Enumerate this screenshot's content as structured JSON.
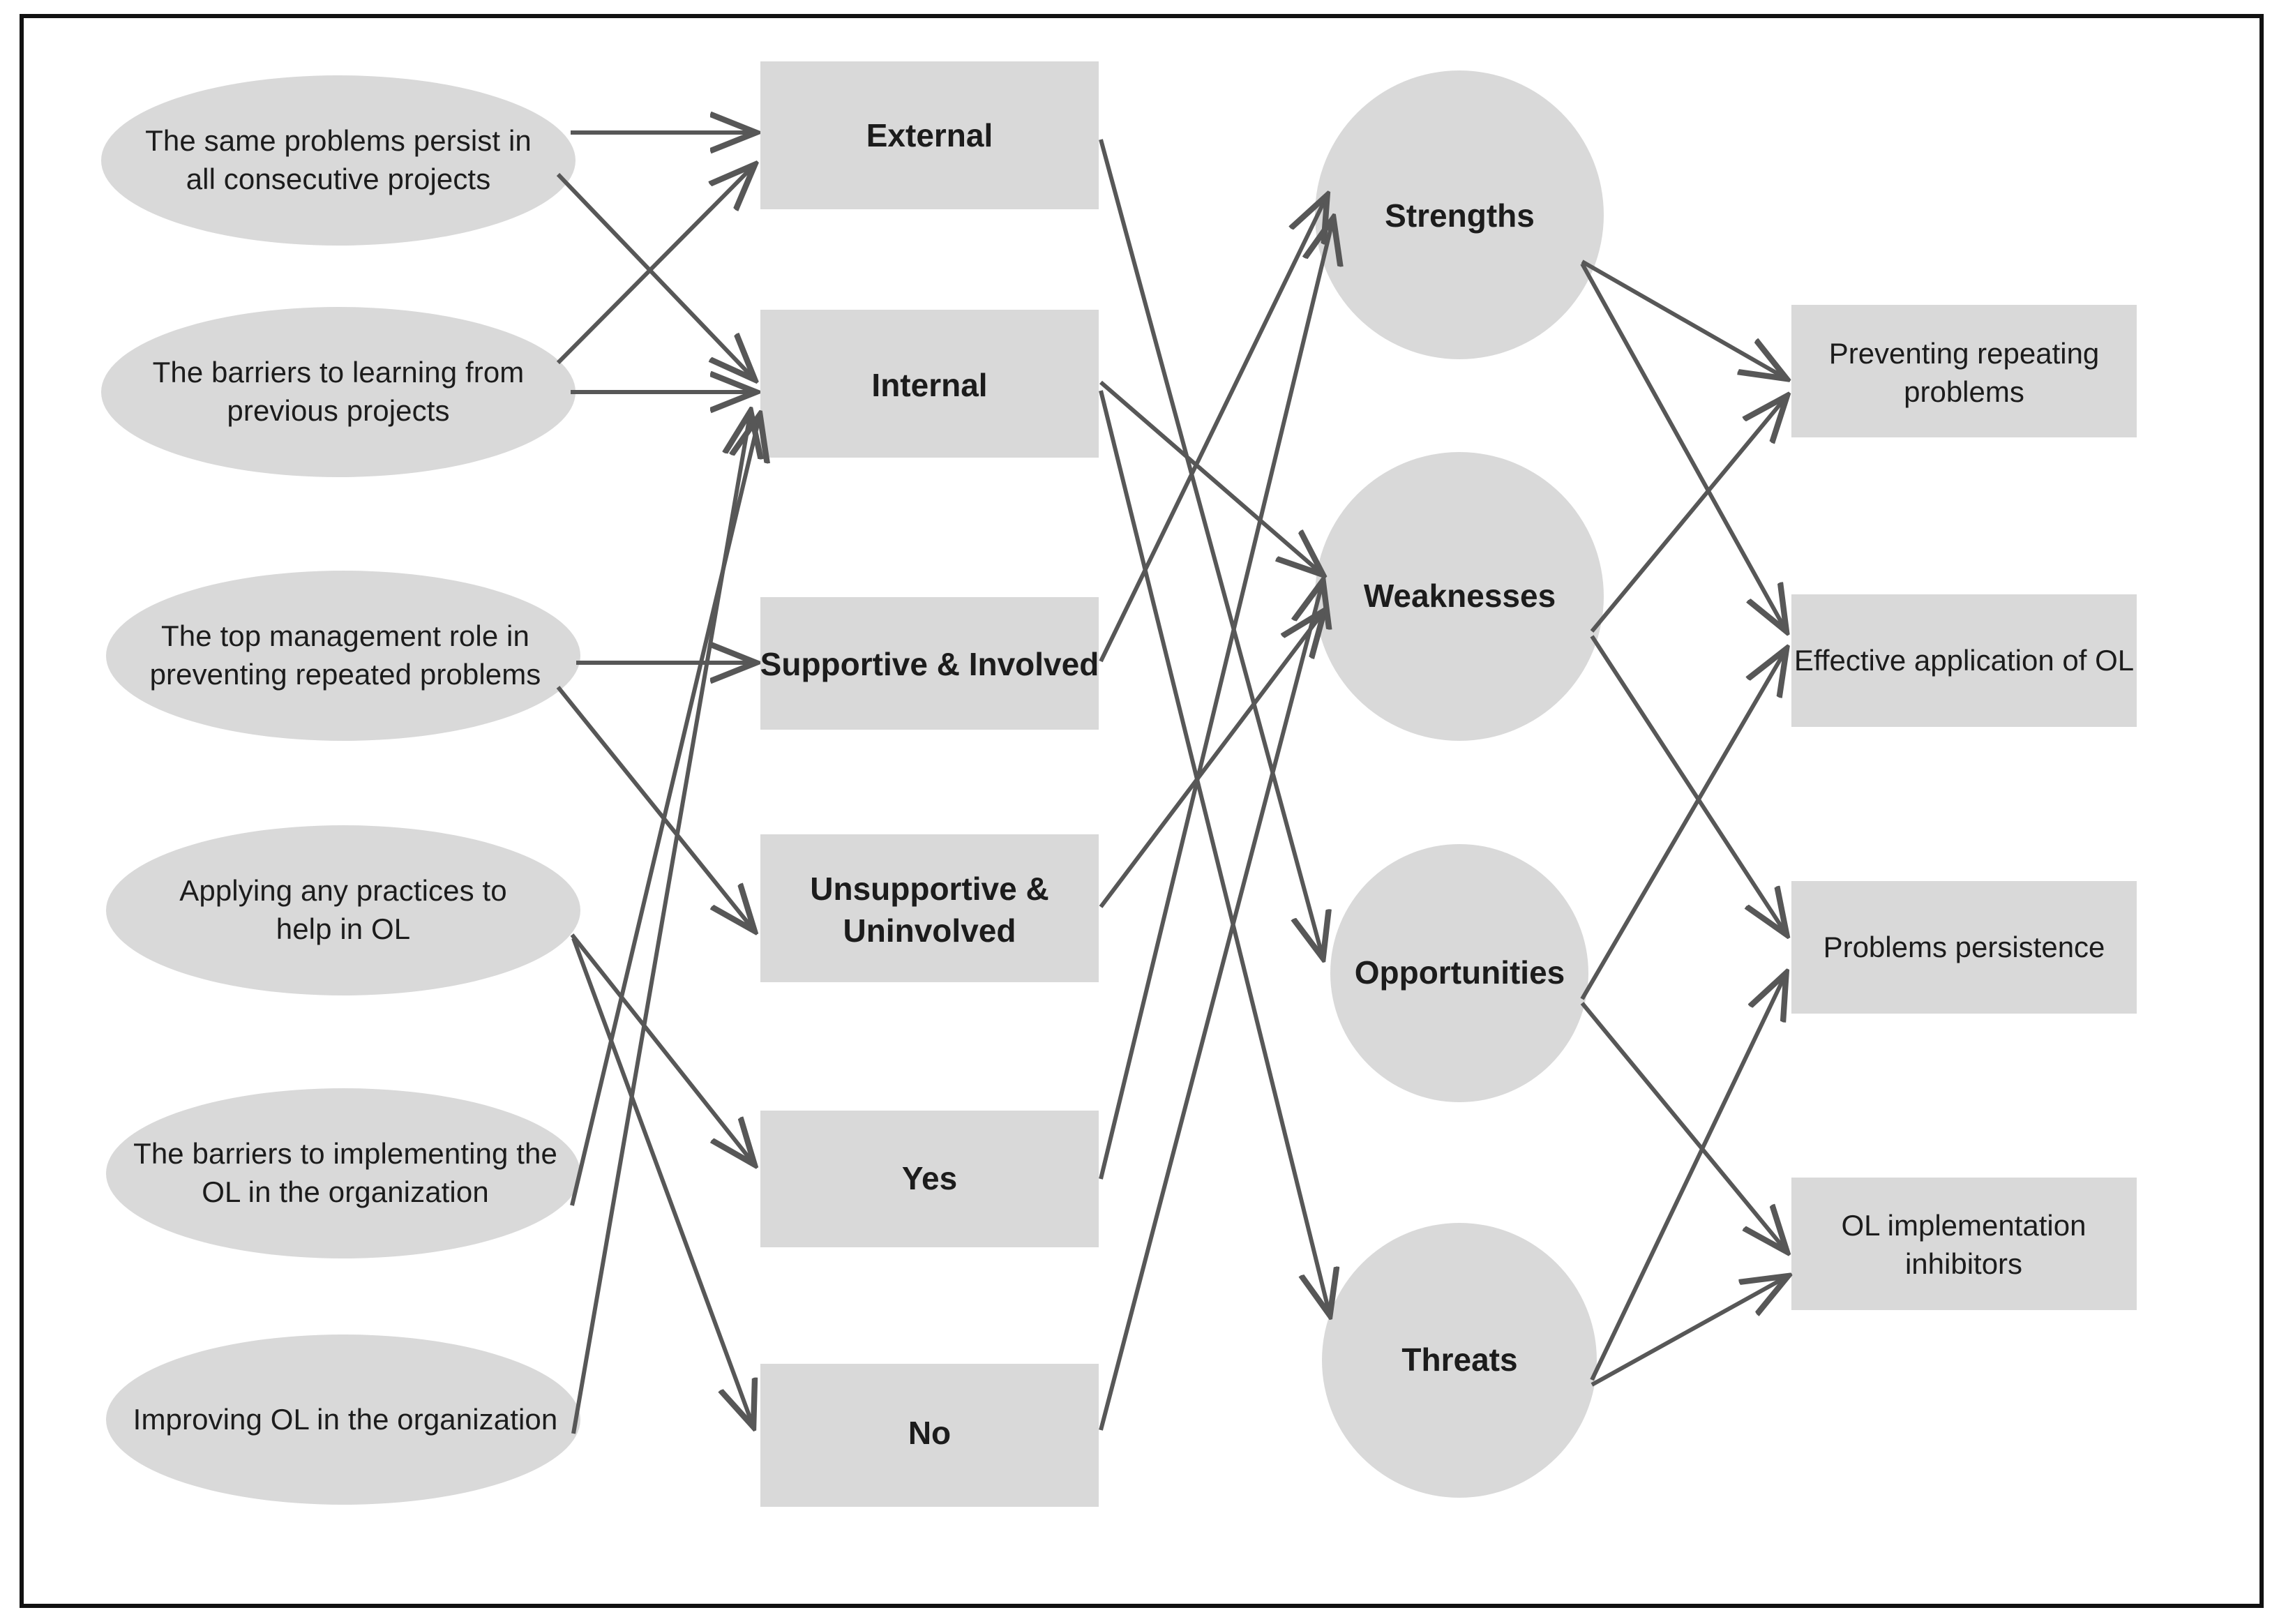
{
  "diagram": {
    "title": "Organizational Learning SWOT research framework diagram",
    "fill_color": "#d9d9d9",
    "line_color": "#575757",
    "text_color": "#1c1c1c",
    "border_color": "#111111",
    "questions": [
      {
        "id": "q1",
        "label": "The same problems persist in all consecutive projects"
      },
      {
        "id": "q2",
        "label": "The barriers to learning from previous projects"
      },
      {
        "id": "q3",
        "label": "The top management role in preventing repeated problems"
      },
      {
        "id": "q4",
        "label": "Applying any practices to help in OL"
      },
      {
        "id": "q5",
        "label": "The barriers to implementing the OL in the organization"
      },
      {
        "id": "q6",
        "label": "Improving OL in the organization"
      }
    ],
    "categories": [
      {
        "id": "c1",
        "label": "External"
      },
      {
        "id": "c2",
        "label": "Internal"
      },
      {
        "id": "c3",
        "label": "Supportive & Involved"
      },
      {
        "id": "c4",
        "label": "Unsupportive & Uninvolved"
      },
      {
        "id": "c5",
        "label": "Yes"
      },
      {
        "id": "c6",
        "label": "No"
      }
    ],
    "swot": [
      {
        "id": "s1",
        "label": "Strengths"
      },
      {
        "id": "s2",
        "label": "Weaknesses"
      },
      {
        "id": "s3",
        "label": "Opportunities"
      },
      {
        "id": "s4",
        "label": "Threats"
      }
    ],
    "outcomes": [
      {
        "id": "o1",
        "label": "Preventing repeating problems"
      },
      {
        "id": "o2",
        "label": "Effective application of OL"
      },
      {
        "id": "o3",
        "label": "Problems persistence"
      },
      {
        "id": "o4",
        "label": "OL implementation inhibitors"
      }
    ],
    "edges_questions_to_categories": [
      {
        "from": "q1",
        "to": "c1"
      },
      {
        "from": "q1",
        "to": "c2"
      },
      {
        "from": "q2",
        "to": "c2"
      },
      {
        "from": "q2",
        "to": "c1"
      },
      {
        "from": "q3",
        "to": "c3"
      },
      {
        "from": "q3",
        "to": "c4"
      },
      {
        "from": "q4",
        "to": "c5"
      },
      {
        "from": "q4",
        "to": "c6"
      },
      {
        "from": "q5",
        "to": "c2"
      },
      {
        "from": "q6",
        "to": "c2"
      }
    ],
    "edges_categories_to_swot": [
      {
        "from": "c1",
        "to": "s3"
      },
      {
        "from": "c2",
        "to": "s2"
      },
      {
        "from": "c2",
        "to": "s4"
      },
      {
        "from": "c3",
        "to": "s1"
      },
      {
        "from": "c4",
        "to": "s2"
      },
      {
        "from": "c5",
        "to": "s1"
      },
      {
        "from": "c6",
        "to": "s2"
      }
    ],
    "edges_swot_to_outcomes": [
      {
        "from": "s1",
        "to": "o1"
      },
      {
        "from": "s1",
        "to": "o2"
      },
      {
        "from": "s2",
        "to": "o1"
      },
      {
        "from": "s2",
        "to": "o3"
      },
      {
        "from": "s3",
        "to": "o2"
      },
      {
        "from": "s3",
        "to": "o4"
      },
      {
        "from": "s4",
        "to": "o3"
      },
      {
        "from": "s4",
        "to": "o4"
      }
    ]
  }
}
